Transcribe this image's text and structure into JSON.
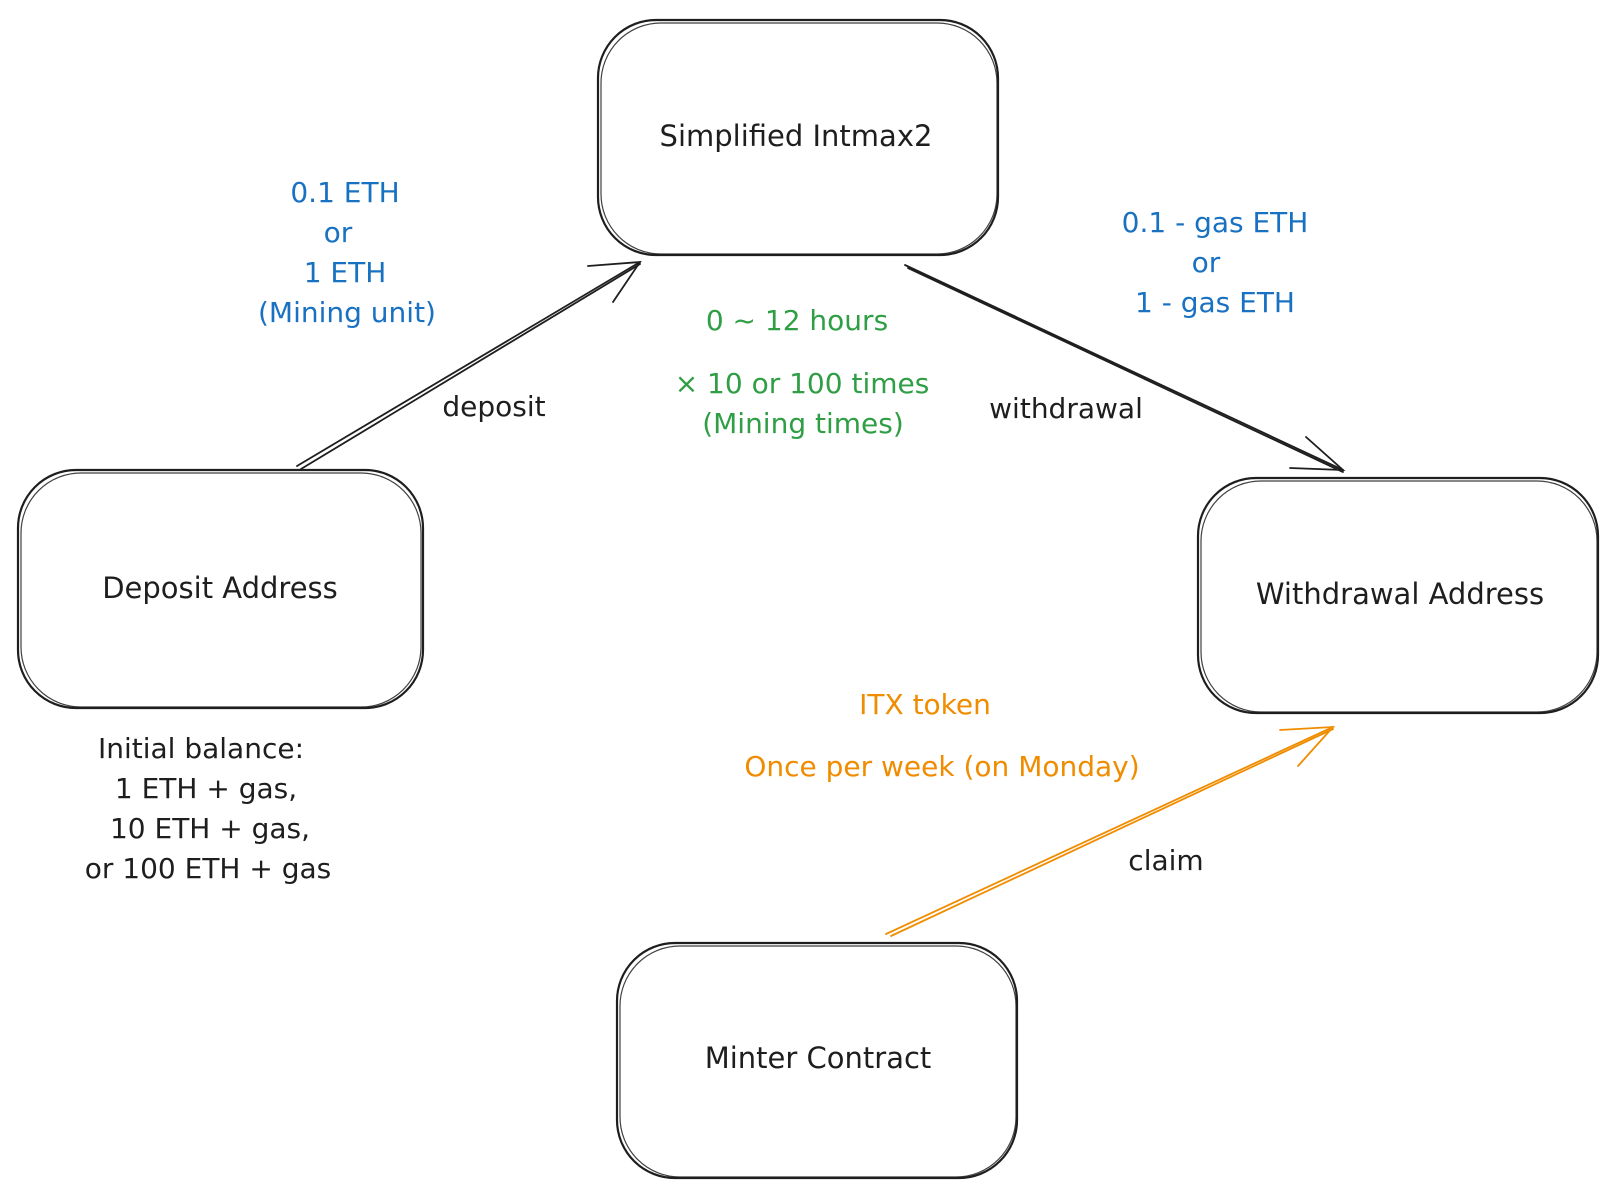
{
  "nodes": {
    "intmax": {
      "label": "Simplified Intmax2"
    },
    "deposit": {
      "label": "Deposit Address"
    },
    "withdrawal": {
      "label": "Withdrawal Address"
    },
    "minter": {
      "label": "Minter Contract"
    }
  },
  "edges": {
    "deposit": {
      "label": "deposit"
    },
    "withdrawal": {
      "label": "withdrawal"
    },
    "claim": {
      "label": "claim"
    }
  },
  "annotations": {
    "deposit_amount": [
      "0.1 ETH",
      "or",
      "1 ETH",
      "(Mining unit)"
    ],
    "withdraw_amount": [
      "0.1 - gas ETH",
      "or",
      "1 - gas ETH"
    ],
    "timing": [
      "0 ~ 12 hours",
      "× 10 or 100 times",
      "(Mining times)"
    ],
    "token": [
      "ITX token",
      "Once per week (on Monday)"
    ],
    "initial_balance": [
      "Initial balance:",
      "1 ETH + gas,",
      "10 ETH + gas,",
      "or 100 ETH + gas"
    ]
  },
  "colors": {
    "stroke": "#1e1e1e",
    "blue": "#1971c2",
    "green": "#2f9e44",
    "orange": "#f08c00"
  }
}
